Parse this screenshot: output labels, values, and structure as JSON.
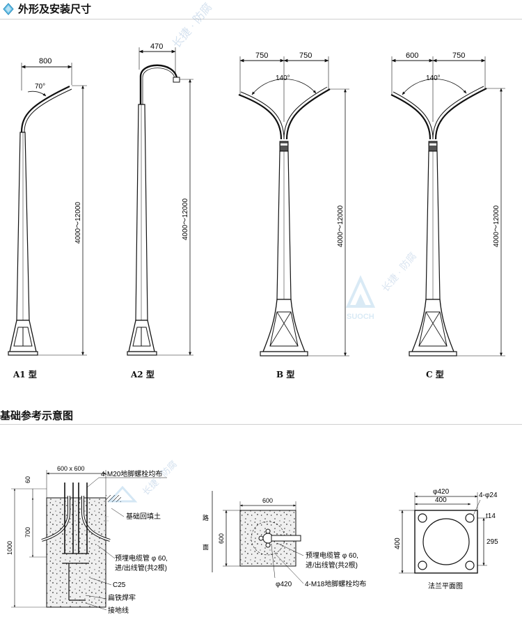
{
  "section1": {
    "title": "外形及安装尺寸"
  },
  "section2": {
    "title": "基础参考示意图"
  },
  "watermark": {
    "brand": "长捷 · 防腐",
    "logo_text": "SUOCH"
  },
  "poles": [
    {
      "caption": "A1 型",
      "width_dim": "800",
      "angle": "70°",
      "height_dim": "4000～12000"
    },
    {
      "caption": "A2 型",
      "width_dim": "470",
      "height_dim": "4000～12000"
    },
    {
      "caption": "B 型",
      "left_dim": "750",
      "right_dim": "750",
      "angle": "140°",
      "height_dim": "4000～12000"
    },
    {
      "caption": "C 型",
      "left_dim": "600",
      "right_dim": "750",
      "angle": "140°",
      "height_dim": "4000～12000"
    }
  ],
  "foundation_section": {
    "top_dim": "600 x 600",
    "dim_60": "60",
    "dim_700": "700",
    "dim_1000": "1000",
    "anchor_bolts": "4-M20地脚螺栓均布",
    "backfill": "基础回填土",
    "conduit_line1": "预埋电缆管 φ 60,",
    "conduit_line2": "进/出线管(共2根)",
    "concrete": "C25",
    "flat_iron": "扁铁焊牢",
    "ground_wire": "接地线"
  },
  "foundation_plan": {
    "top_dim": "600",
    "side_dim": "600",
    "road_label_1": "路",
    "road_label_2": "面",
    "conduit_line1": "预埋电缆管 φ 60,",
    "conduit_line2": "进/出线管(共2根)",
    "circle_dim": "φ420",
    "anchor_bolts": "4-M18地脚螺栓均布"
  },
  "flange_plan": {
    "dim_420": "φ420",
    "dim_400_top": "400",
    "holes": "4-φ24",
    "thickness": "t14",
    "dim_295": "295",
    "dim_400_side": "400",
    "caption": "法兰平面图"
  }
}
